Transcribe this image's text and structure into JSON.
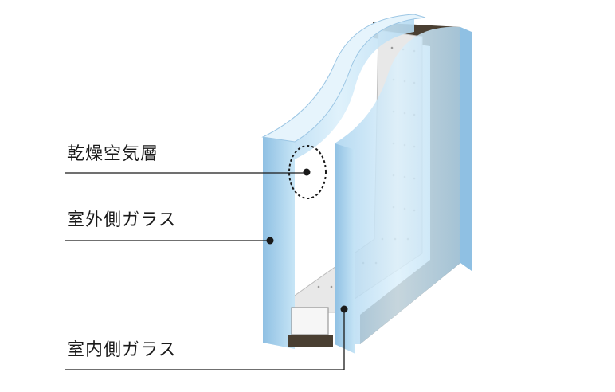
{
  "labels": {
    "dry_air_layer": "乾燥空気層",
    "outer_glass": "室外側ガラス",
    "inner_glass": "室内側ガラス"
  },
  "colors": {
    "glass_face": "#bfe0f4",
    "glass_edge": "#9cc6e4",
    "spacer_frame": "#4a3f32",
    "leader_line": "#1a1a1a"
  }
}
